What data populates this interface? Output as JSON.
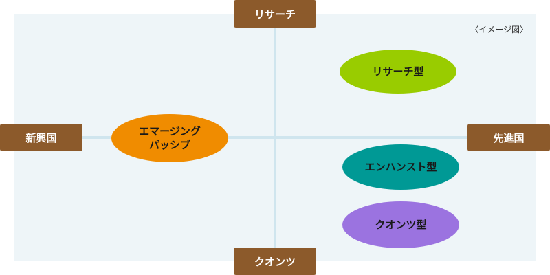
{
  "axes": {
    "top": "リサーチ",
    "bottom": "クオンツ",
    "left": "新興国",
    "right": "先進国"
  },
  "note": "〈イメージ図〉",
  "styles": [
    {
      "label": "リサーチ型",
      "color": "#99cc00"
    },
    {
      "line1": "エマージング",
      "line2": "パッシブ",
      "color": "#f08c00"
    },
    {
      "label": "エンハンスト型",
      "color": "#009995"
    },
    {
      "label": "クオンツ型",
      "color": "#9b73e0"
    }
  ],
  "colors": {
    "axis_label_bg": "#8c5a2b",
    "panel_bg": "#eef5f8",
    "axis_line": "#cfe5ee"
  }
}
